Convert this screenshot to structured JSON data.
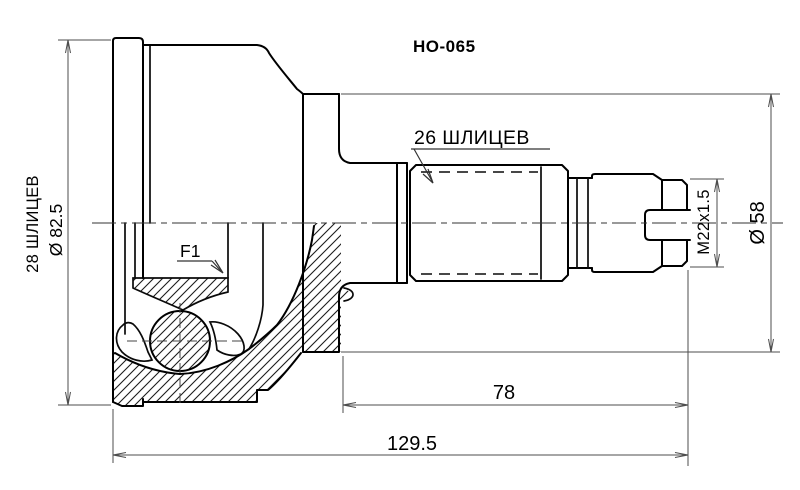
{
  "drawing": {
    "title": "HO-065",
    "notes": {
      "outer_spline_count": "26 ШЛИЦЕВ",
      "inner_spline_count": "28 ШЛИЦЕВ",
      "flange_ref": "F1"
    },
    "dimensions": {
      "bell_outer_diameter": "Ø 82.5",
      "ring_diameter": "Ø 58",
      "thread_spec": "M22x1.5",
      "shaft_section_length": "78",
      "overall_length": "129.5"
    },
    "colors": {
      "line": "#000000",
      "dimension_line": "#4d4d4d",
      "background": "#ffffff"
    }
  }
}
